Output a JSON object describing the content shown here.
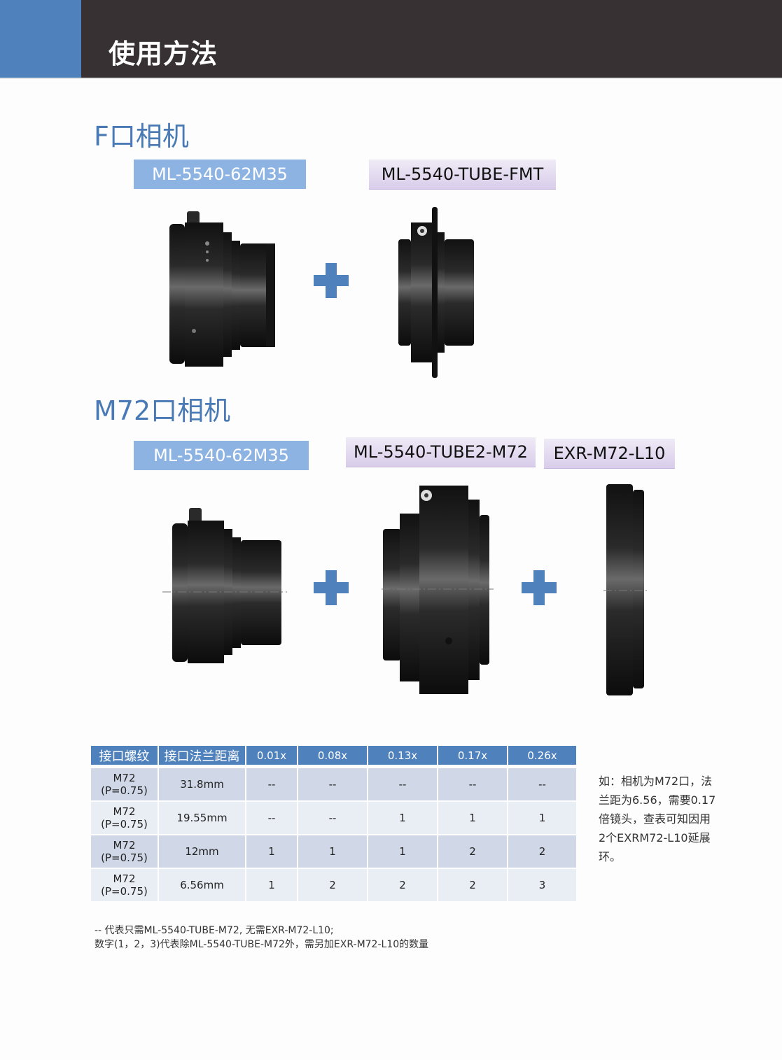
{
  "header": {
    "title": "使用方法",
    "accent_color": "#4f81bd",
    "bar_color": "#373133"
  },
  "sections": [
    {
      "title": "F口相机",
      "parts": [
        {
          "label": "ML-5540-62M35",
          "style": "blue"
        },
        {
          "label": "ML-5540-TUBE-FMT",
          "style": "purple"
        }
      ]
    },
    {
      "title": "M72口相机",
      "parts": [
        {
          "label": "ML-5540-62M35",
          "style": "blue"
        },
        {
          "label": "ML-5540-TUBE2-M72",
          "style": "purple"
        },
        {
          "label": "EXR-M72-L10",
          "style": "purple"
        }
      ]
    }
  ],
  "table": {
    "headers": [
      "接口螺纹",
      "接口法兰距离",
      "0.01x",
      "0.08x",
      "0.13x",
      "0.17x",
      "0.26x"
    ],
    "rows": [
      {
        "thread": "M72",
        "pitch": "(P=0.75)",
        "flange": "31.8mm",
        "values": [
          "--",
          "--",
          "--",
          "--",
          "--"
        ]
      },
      {
        "thread": "M72",
        "pitch": "(P=0.75)",
        "flange": "19.55mm",
        "values": [
          "--",
          "--",
          "1",
          "1",
          "1"
        ]
      },
      {
        "thread": "M72",
        "pitch": "(P=0.75)",
        "flange": "12mm",
        "values": [
          "1",
          "1",
          "1",
          "2",
          "2"
        ]
      },
      {
        "thread": "M72",
        "pitch": "(P=0.75)",
        "flange": "6.56mm",
        "values": [
          "1",
          "2",
          "2",
          "2",
          "3"
        ]
      }
    ]
  },
  "side_note": "如：相机为M72口，法兰距为6.56，需要0.17倍镜头，查表可知因用2个EXRM72-L10延展环。",
  "footnotes": [
    "-- 代表只需ML-5540-TUBE-M72, 无需EXR-M72-L10;",
    "数字(1，2，3)代表除ML-5540-TUBE-M72外，需另加EXR-M72-L10的数量"
  ]
}
